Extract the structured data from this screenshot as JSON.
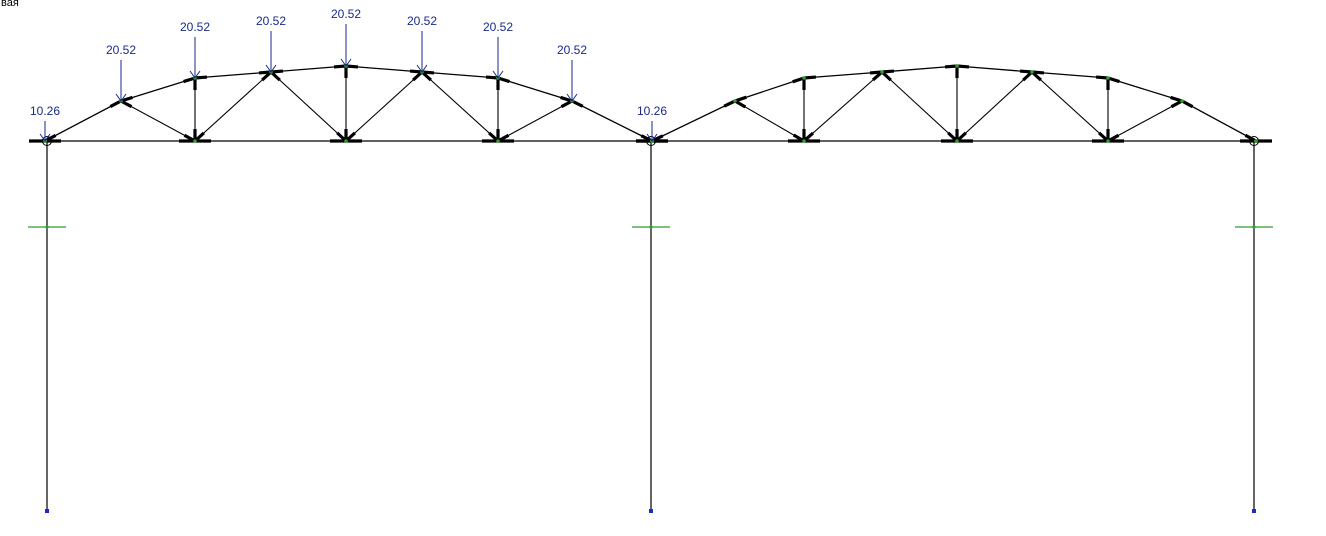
{
  "header": {
    "corner_label": "вая"
  },
  "loads": {
    "left_truss": [
      {
        "value": "10.26",
        "node": "support-left"
      },
      {
        "value": "20.52",
        "node": "top-1"
      },
      {
        "value": "20.52",
        "node": "top-2"
      },
      {
        "value": "20.52",
        "node": "top-3"
      },
      {
        "value": "20.52",
        "node": "top-4"
      },
      {
        "value": "20.52",
        "node": "top-5"
      },
      {
        "value": "20.52",
        "node": "top-6"
      },
      {
        "value": "20.52",
        "node": "top-7"
      },
      {
        "value": "10.26",
        "node": "support-mid"
      }
    ]
  },
  "colors": {
    "member": "#000000",
    "load_arrow": "#1a2a8c",
    "node_marker": "#2e9c2e",
    "support_marker": "#1a2acc"
  }
}
